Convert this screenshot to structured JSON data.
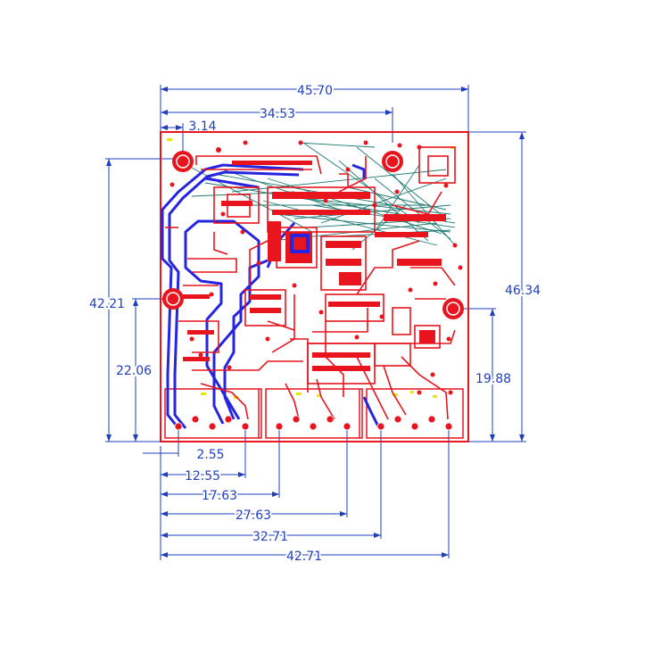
{
  "dimensions": {
    "top_overall": "45.70",
    "top_middle": "34.53",
    "top_small": "3.14",
    "left_outer": "42.21",
    "left_inner": "22.06",
    "right_outer": "46.34",
    "right_inner": "19.88",
    "bottom": [
      "2.55",
      "12.55",
      "17.63",
      "27.63",
      "32.71",
      "42.71"
    ]
  },
  "colors": {
    "dimension_line": "#1f3fbf",
    "copper_top": "#e8141e",
    "copper_bottom": "#2525e0",
    "ratsnest": "#1e7a72",
    "silkscreen": "#e8e800",
    "board_outline": "#e8141e"
  }
}
